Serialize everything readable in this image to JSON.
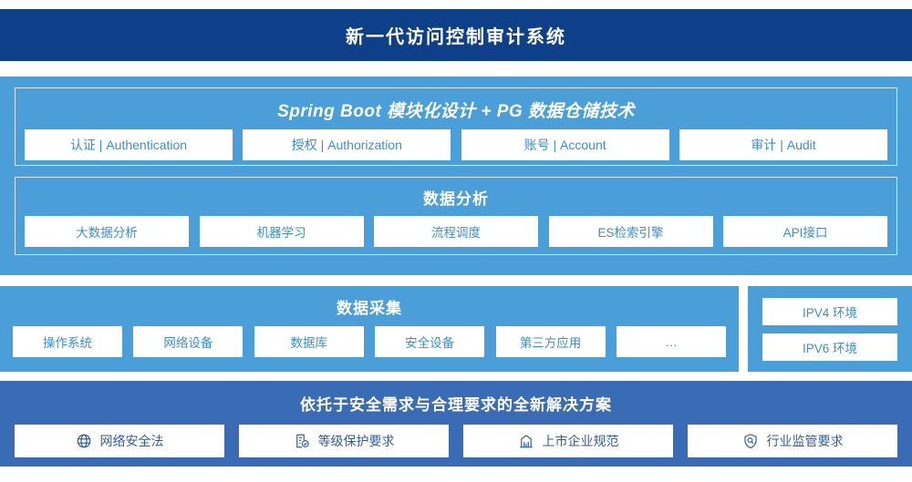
{
  "header": {
    "title": "新一代访问控制审计系统"
  },
  "colors": {
    "header_bg": "#0d4089",
    "panel_light_bg": "#4a9fd9",
    "panel_mid_bg": "#3a6cb5",
    "chip_bg": "#ffffff",
    "chip_text": "#3a8fcf",
    "compliance_chip_text": "#2f5ea8",
    "group_border": "#dce9f4"
  },
  "architecture": {
    "springboot": {
      "title": "Spring Boot 模块化设计 + PG 数据仓储技术",
      "items": [
        {
          "label": "认证 | Authentication"
        },
        {
          "label": "授权 | Authorization"
        },
        {
          "label": "账号 | Account"
        },
        {
          "label": "审计 | Audit"
        }
      ]
    },
    "analytics": {
      "title": "数据分析",
      "items": [
        {
          "label": "大数据分析"
        },
        {
          "label": "机器学习"
        },
        {
          "label": "流程调度"
        },
        {
          "label": "ES检索引擎"
        },
        {
          "label": "API接口"
        }
      ]
    }
  },
  "collection": {
    "title": "数据采集",
    "items": [
      {
        "label": "操作系统"
      },
      {
        "label": "网络设备"
      },
      {
        "label": "数据库"
      },
      {
        "label": "安全设备"
      },
      {
        "label": "第三方应用"
      },
      {
        "label": "…"
      }
    ],
    "environments": [
      {
        "label": "IPV4 环境"
      },
      {
        "label": "IPV6 环境"
      }
    ]
  },
  "compliance": {
    "title": "依托于安全需求与合理要求的全新解决方案",
    "items": [
      {
        "label": "网络安全法",
        "icon": "globe-network-icon"
      },
      {
        "label": "等级保护要求",
        "icon": "document-check-icon"
      },
      {
        "label": "上市企业规范",
        "icon": "bank-building-icon"
      },
      {
        "label": "行业监管要求",
        "icon": "shield-search-icon"
      }
    ]
  }
}
